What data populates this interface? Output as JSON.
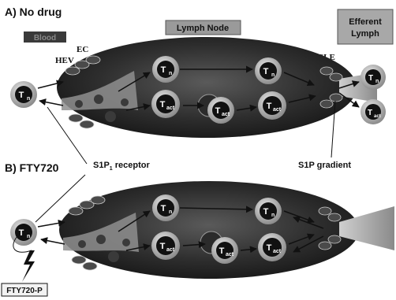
{
  "panels": {
    "a": {
      "label": "A) No drug"
    },
    "b": {
      "label": "B) FTY720"
    }
  },
  "boxes": {
    "blood": "Blood",
    "lymph_node": "Lymph Node",
    "efferent_lymph_line1": "Efferent",
    "efferent_lymph_line2": "Lymph",
    "drug": "FTY720-P"
  },
  "labels": {
    "hev": "HEV",
    "ec": "EC",
    "sle": "SLE",
    "s1p1_receptor": "S1P",
    "s1p1_receptor_sub": "1",
    "s1p1_receptor_tail": " receptor",
    "s1p_gradient": "S1P gradient"
  },
  "cells": {
    "naive": "T",
    "naive_sub": "n",
    "activated": "T",
    "activated_sub": "act"
  },
  "colors": {
    "node_dark": "#1f1f1f",
    "node_mid": "#6b6b6b",
    "cell_outer": "#b4b4b4",
    "cell_inner": "#111111",
    "box_fill": "#9a9a9a",
    "blood_fill": "#3a3a3a"
  }
}
